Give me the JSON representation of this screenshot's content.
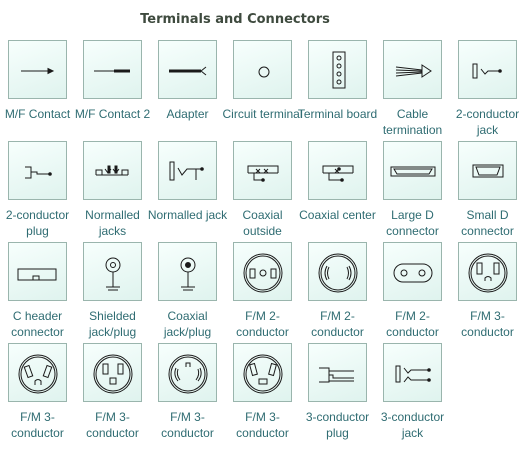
{
  "panel": {
    "title": "Terminals and Connectors"
  },
  "shapes": [
    {
      "label": "M/F Contact",
      "icon": "mf-contact-icon"
    },
    {
      "label": "M/F Contact 2",
      "icon": "mf-contact-2-icon"
    },
    {
      "label": "Adapter",
      "icon": "adapter-icon"
    },
    {
      "label": "Circuit terminal",
      "icon": "circuit-terminal-icon"
    },
    {
      "label": "Terminal board",
      "icon": "terminal-board-icon"
    },
    {
      "label": "Cable termination",
      "icon": "cable-termination-icon"
    },
    {
      "label": "2-conductor jack",
      "icon": "two-conductor-jack-icon"
    },
    {
      "label": "2-conductor plug",
      "icon": "two-conductor-plug-icon"
    },
    {
      "label": "Normalled jacks",
      "icon": "normalled-jacks-icon"
    },
    {
      "label": "Normalled jack",
      "icon": "normalled-jack-icon"
    },
    {
      "label": "Coaxial outside",
      "icon": "coaxial-outside-icon"
    },
    {
      "label": "Coaxial center",
      "icon": "coaxial-center-icon"
    },
    {
      "label": "Large D connector",
      "icon": "large-d-connector-icon"
    },
    {
      "label": "Small D connector",
      "icon": "small-d-connector-icon"
    },
    {
      "label": "C header connector",
      "icon": "c-header-connector-icon"
    },
    {
      "label": "Shielded jack/plug",
      "icon": "shielded-jack-plug-icon"
    },
    {
      "label": "Coaxial jack/plug",
      "icon": "coaxial-jack-plug-icon"
    },
    {
      "label": "F/M 2-conductor",
      "icon": "fm-2-conductor-a-icon"
    },
    {
      "label": "F/M 2-conductor",
      "icon": "fm-2-conductor-b-icon"
    },
    {
      "label": "F/M 2-conductor",
      "icon": "fm-2-conductor-c-icon"
    },
    {
      "label": "F/M 3-conductor",
      "icon": "fm-3-conductor-a-icon"
    },
    {
      "label": "F/M 3-conductor",
      "icon": "fm-3-conductor-b-icon"
    },
    {
      "label": "F/M 3-conductor",
      "icon": "fm-3-conductor-c-icon"
    },
    {
      "label": "F/M 3-conductor",
      "icon": "fm-3-conductor-d-icon"
    },
    {
      "label": "F/M 3-conductor",
      "icon": "fm-3-conductor-e-icon"
    },
    {
      "label": "3-conductor plug",
      "icon": "three-conductor-plug-icon"
    },
    {
      "label": "3-conductor jack",
      "icon": "three-conductor-jack-icon"
    }
  ]
}
